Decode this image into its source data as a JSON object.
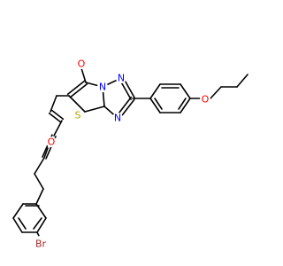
{
  "molecule": {
    "atoms": {
      "ketone_oxygen": "O",
      "triazole_n1": "N",
      "triazole_n2": "N",
      "triazole_n3": "N",
      "thiazole_sulfur": "S",
      "furan_oxygen": "O",
      "ether_oxygen": "O",
      "bromine": "Br"
    },
    "colors": {
      "bond": "#000000",
      "carbon": "#000000",
      "oxygen": "#ff0000",
      "nitrogen": "#0000ff",
      "sulfur": "#b5a400",
      "bromine": "#a52a2a"
    }
  }
}
